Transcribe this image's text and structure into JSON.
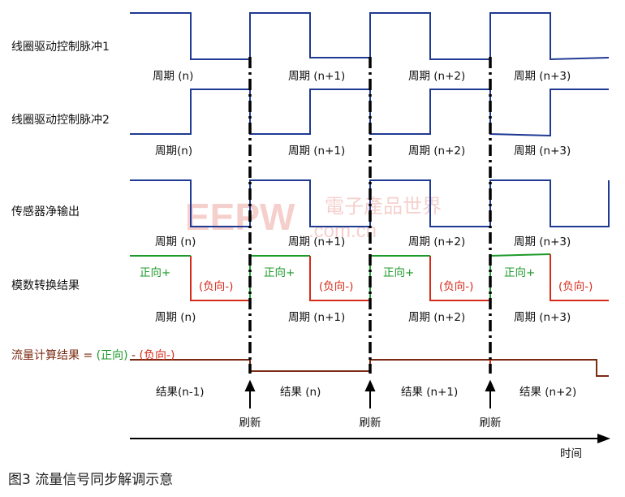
{
  "signals": [
    {
      "name": "线圈驱动控制脉冲1",
      "periods": [
        "周期 (n)",
        "周期 (n+1)",
        "周期 (n+2)",
        "周期 (n+3)"
      ]
    },
    {
      "name": "线圈驱动控制脉冲2",
      "periods": [
        "周期(n)",
        "周期 (n+1)",
        "周期 (n+2)",
        "周期 (n+3)"
      ]
    },
    {
      "name": "传感器净输出",
      "periods": [
        "周期 (n)",
        "周期 (n+1)",
        "周期 (n+2)",
        "周期 (n+3)"
      ]
    },
    {
      "name": "模数转换结果",
      "periods": [
        "周期 (n)",
        "周期 (n+1)",
        "周期 (n+2)",
        "周期 (n+3)"
      ]
    }
  ],
  "adc_labels": {
    "positive": "正向+",
    "negative": "(负向-)"
  },
  "flow": {
    "label_prefix": "流量计算结果 = ",
    "label_pos": "(正向)",
    "label_sep": " - ",
    "label_neg": "(负向-)",
    "results": [
      "结果(n-1)",
      "结果 (n)",
      "结果 (n+1)",
      "结果 (n+2)"
    ]
  },
  "refresh_label": "刷新",
  "time_label": "时间",
  "caption": "图3   流量信号同步解调示意",
  "watermark": {
    "logo": "EEPW",
    "cn": "電子產品世界",
    "url": ".com.cn"
  },
  "colors": {
    "pulse": "#1f3a93",
    "positive": "#1c9a2a",
    "negative": "#d62b1a",
    "flow": "#7a2a12",
    "ink": "#000000"
  },
  "icons": {
    "refresh_arrow": "arrow-up-icon",
    "time_arrow": "arrow-right-icon"
  }
}
